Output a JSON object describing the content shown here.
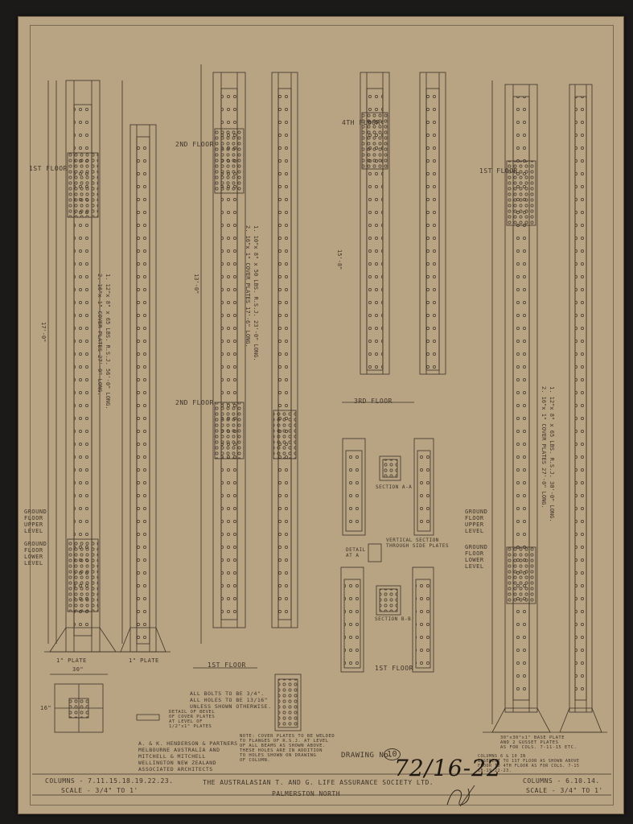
{
  "sheet": {
    "left_title": "COLUMNS - 7.11.15.18.19.22.23.",
    "left_scale": "SCALE - 3/4\" TO 1'",
    "center_title": "THE AUSTRALASIAN T. AND G. LIFE ASSURANCE SOCIETY LTD.",
    "center_subtitle": "PALMERSTON NORTH",
    "right_title": "COLUMNS - 6.10.14.",
    "right_scale": "SCALE - 3/4\" TO 1'",
    "drawing_label": "DRAWING No.",
    "drawing_number": "10",
    "archive_number": "72/16-22"
  },
  "architects": [
    "A. & K. HENDERSON & PARTNERS",
    "MELBOURNE AUSTRALIA AND",
    "MITCHELL & MITCHELL",
    "WELLINGTON NEW ZEALAND",
    "ASSOCIATED ARCHITECTS"
  ],
  "notes": {
    "bolts": [
      "ALL BOLTS TO BE 3/4\".",
      "ALL HOLES TO BE 13/16\"",
      "UNLESS SHOWN OTHERWISE."
    ],
    "cover_plates": [
      "NOTE: COVER PLATES TO BE WELDED",
      "TO FLANGES OF R.S.J. AT LEVEL",
      "OF ALL BEAMS AS SHOWN ABOVE.",
      "THESE HOLES ARE IN ADDITION",
      "TO HOLES SHOWN ON DRAWING",
      "OF COLUMN."
    ],
    "base_right": [
      "COLUMNS 6 & 10 IN",
      "BASEMENT TO 1ST FLOOR AS SHOWN ABOVE",
      "FLOOR TO 4TH FLOOR AS FOR COLS. 7-15",
      "18-19-22-23."
    ],
    "base_plate": [
      "30\"x30\"x1\" BASE PLATE",
      "AND 2 GUSSET PLATES",
      "AS FOR COLS. 7-11-15 ETC."
    ],
    "bevel": [
      "DETAIL OF BEVEL",
      "OF COVER PLATES",
      "AT LEVEL OF",
      "1/2\"x1\" PLATES"
    ]
  },
  "labels": {
    "first_floor": "1ST FLOOR",
    "second_floor": "2ND FLOOR",
    "third_floor": "3RD FLOOR",
    "fourth_floor": "4TH FLOOR",
    "ground_upper": "GROUND FLOOR UPPER LEVEL",
    "ground_lower": "GROUND FLOOR LOWER LEVEL",
    "spec_left": "1. 12\"x 8\" x 65 LBS. R.S.J. 56'-0\" LONG.",
    "spec_left2": "2. 16\"x 1\" COVER PLATES 27'-0\" LONG.",
    "spec_mid": "1. 10\"x 8\" x 50 LBS. R.S.J. 23'-0\" LONG.",
    "spec_mid2": "2. 16\"x 1\" COVER PLATES 17'-6\" LONG.",
    "spec_right": "1. 12\"x 8\" x 65 LBS. R.S.J. 30'-0\" LONG.",
    "spec_right2": "2. 16\"x 1\" COVER PLATES 27'-0\" LONG.",
    "section_a": "SECTION A-A",
    "section_b": "SECTION B-B",
    "vertical_section": "VERTICAL SECTION THROUGH SIDE PLATES",
    "detail": "DETAIL AT A",
    "plate": "1\" PLATE",
    "dim_30": "30\"",
    "dim_16": "16\"",
    "dim_13": "13'-0\"",
    "dim_17": "17'-0\"",
    "dim_15": "15'-8\""
  }
}
